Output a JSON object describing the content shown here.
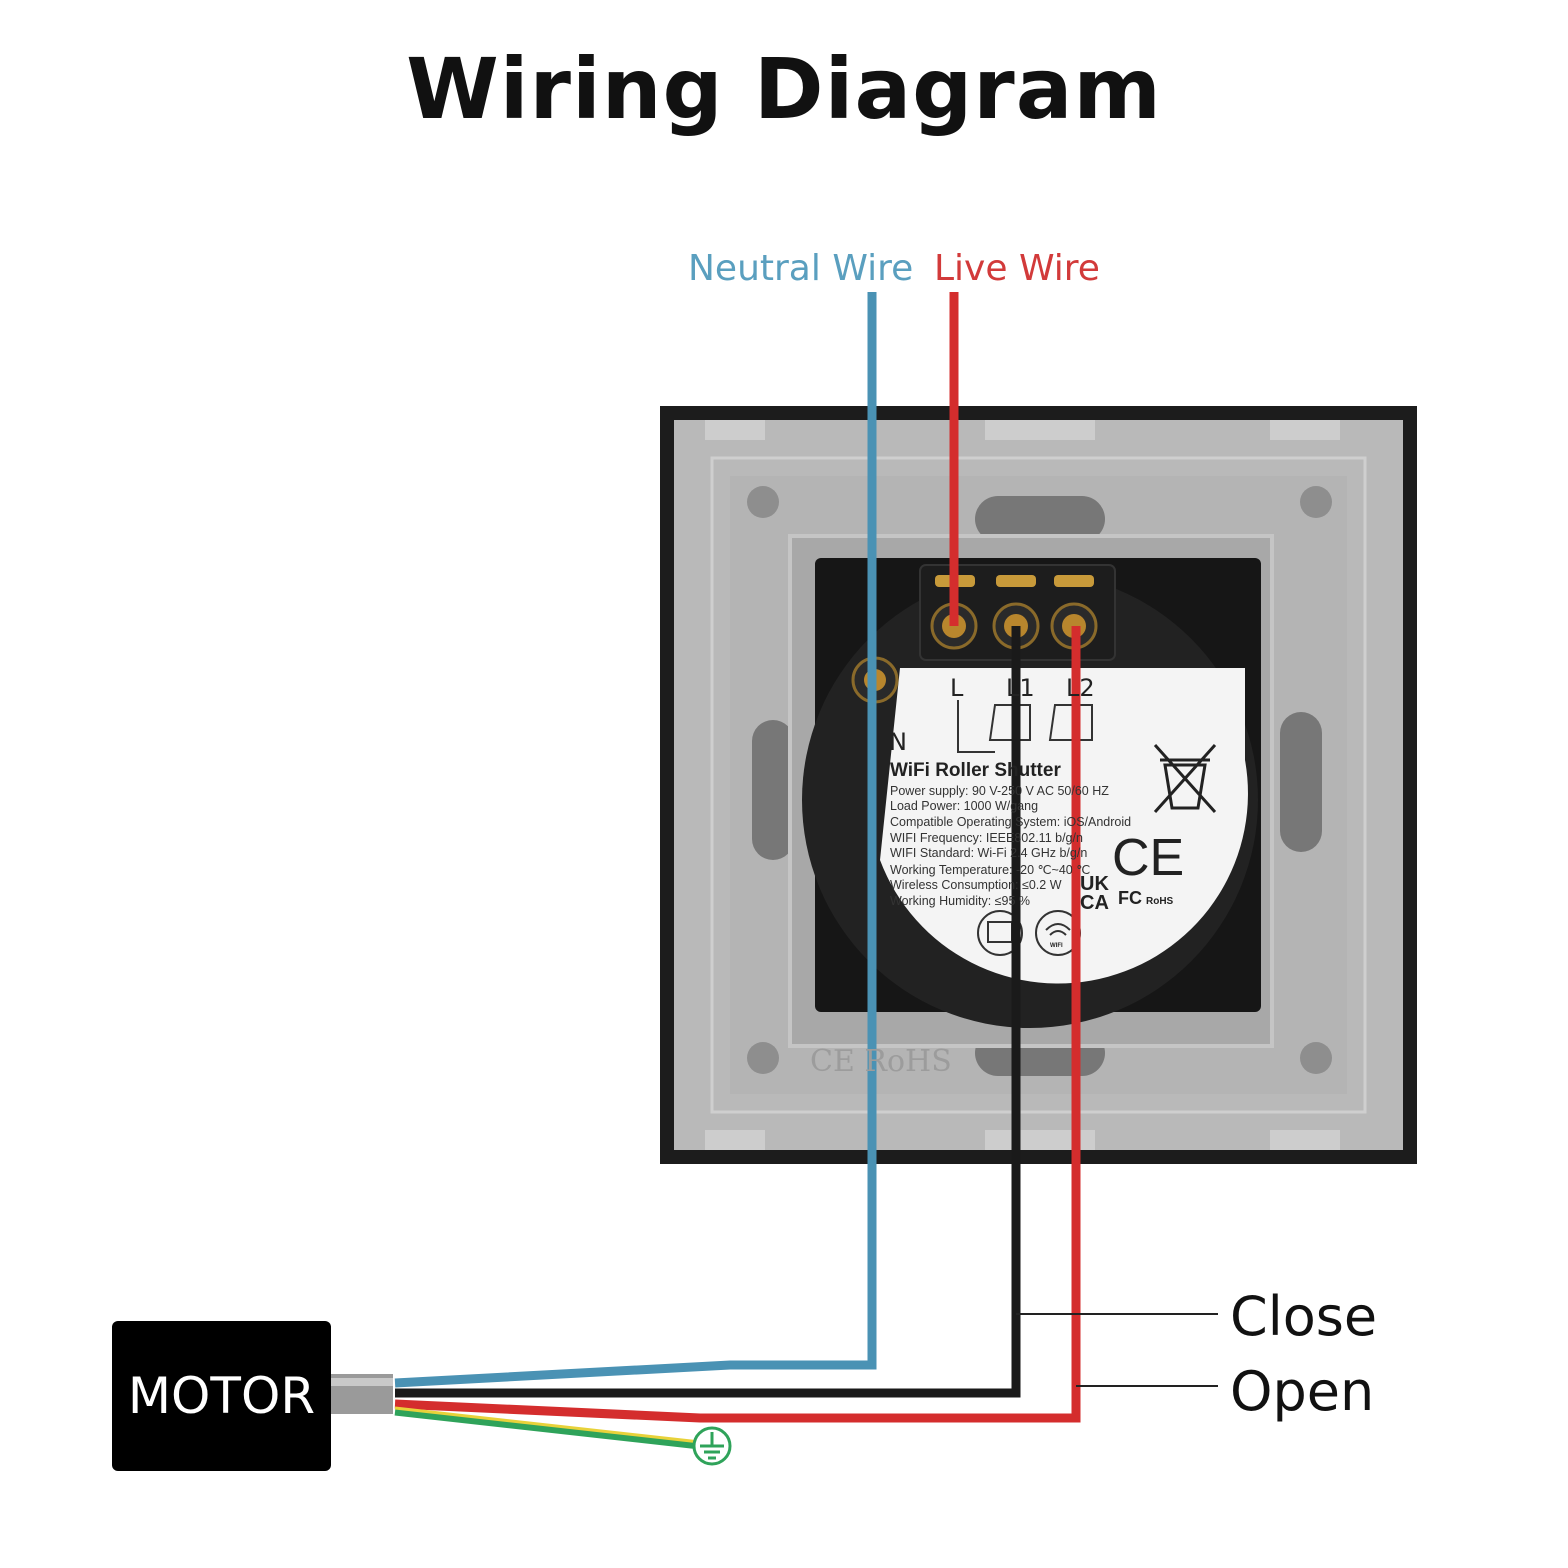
{
  "title": "Wiring Diagram",
  "labels": {
    "neutral_wire": "Neutral Wire",
    "live_wire": "Live Wire",
    "motor": "MOTOR",
    "close": "Close",
    "open": "Open"
  },
  "terminals": {
    "n": "N",
    "l": "L",
    "l1": "L1",
    "l2": "L2"
  },
  "device_label": {
    "name": "WiFi Roller Shutter",
    "specs": [
      "Power supply: 90 V-250 V AC 50/60 HZ",
      "Load Power: 1000 W/gang",
      "Compatible Operating System: iOS/Android",
      "WIFI Frequency: IEEE802.11 b/g/n",
      "WIFI Standard: Wi-Fi 2.4 GHz b/g/n",
      "Working Temperature: -20 ℃~40 ℃",
      "Wireless Consumption: ≤0.2 W",
      "Working Humidity: ≤95 %"
    ],
    "marks": {
      "ce": "CE",
      "ukca_top": "UK",
      "ukca_bottom": "CA",
      "fc": "FC",
      "rohs": "RoHS",
      "wifi": "WIFI"
    },
    "emboss": "CE RoHS"
  },
  "colors": {
    "neutral": "#4a92b4",
    "live": "#d42d2d",
    "close_wire": "#1a1a1a",
    "earth_green": "#2fa35a",
    "earth_yellow": "#e8d23a",
    "plate": "#b7b7b7",
    "frame": "#1c1c1c"
  }
}
